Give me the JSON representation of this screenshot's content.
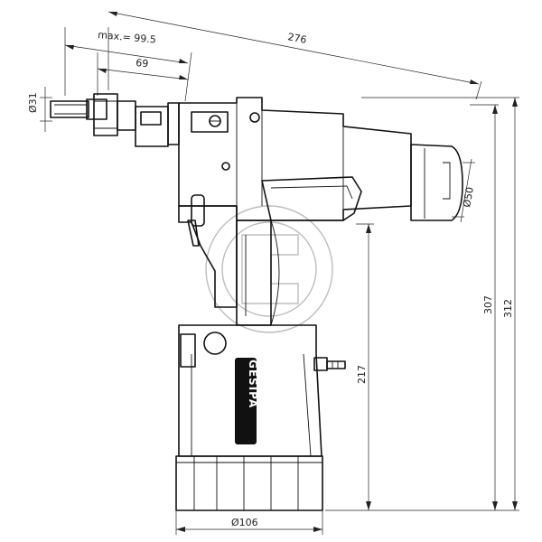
{
  "dimensions": {
    "length_total": "276",
    "stroke_max": "max.= 99.5",
    "nose_length": "69",
    "nose_diameter": "Ø31",
    "body_diameter": "Ø50",
    "height_total": "312",
    "height_head": "307",
    "height_inlet": "217",
    "base_diameter": "Ø106"
  },
  "branding": {
    "logo_text": "GESIPA"
  }
}
